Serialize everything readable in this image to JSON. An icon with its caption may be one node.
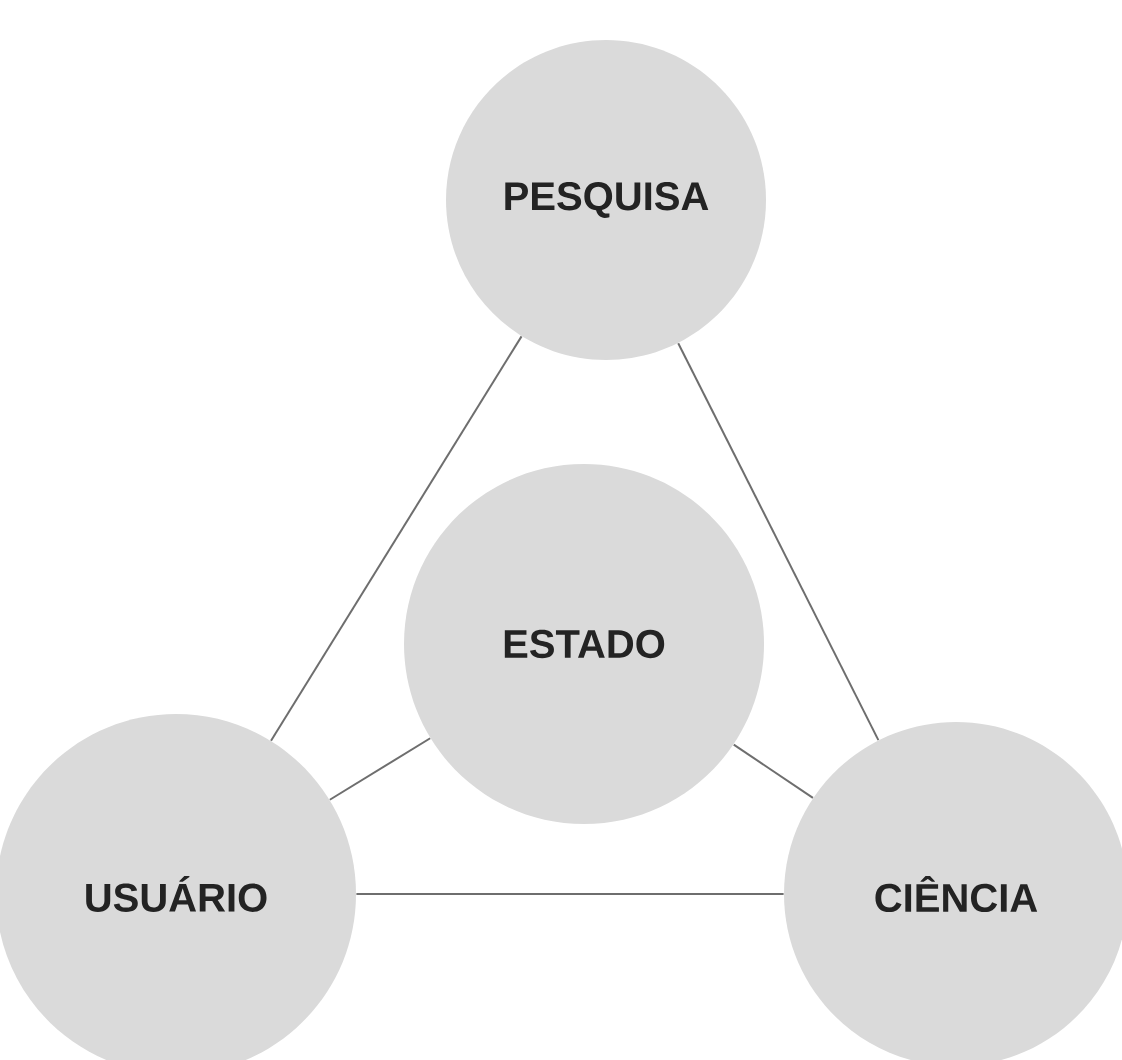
{
  "diagram": {
    "nodes": [
      {
        "text": [
          "PESQUISA"
        ]
      },
      {
        "text": [
          "ESTADO"
        ]
      },
      {
        "text": [
          "USUÁRIO"
        ]
      },
      {
        "text": [
          "CIÊNCIA"
        ]
      }
    ],
    "edges": [
      {
        "from": 0,
        "to": 2,
        "arrow": "none"
      },
      {
        "from": 0,
        "to": 3,
        "arrow": "none"
      },
      {
        "from": 1,
        "to": 2,
        "arrow": "none"
      },
      {
        "from": 1,
        "to": 3,
        "arrow": "none"
      },
      {
        "from": 2,
        "to": 3,
        "arrow": "none"
      }
    ]
  }
}
